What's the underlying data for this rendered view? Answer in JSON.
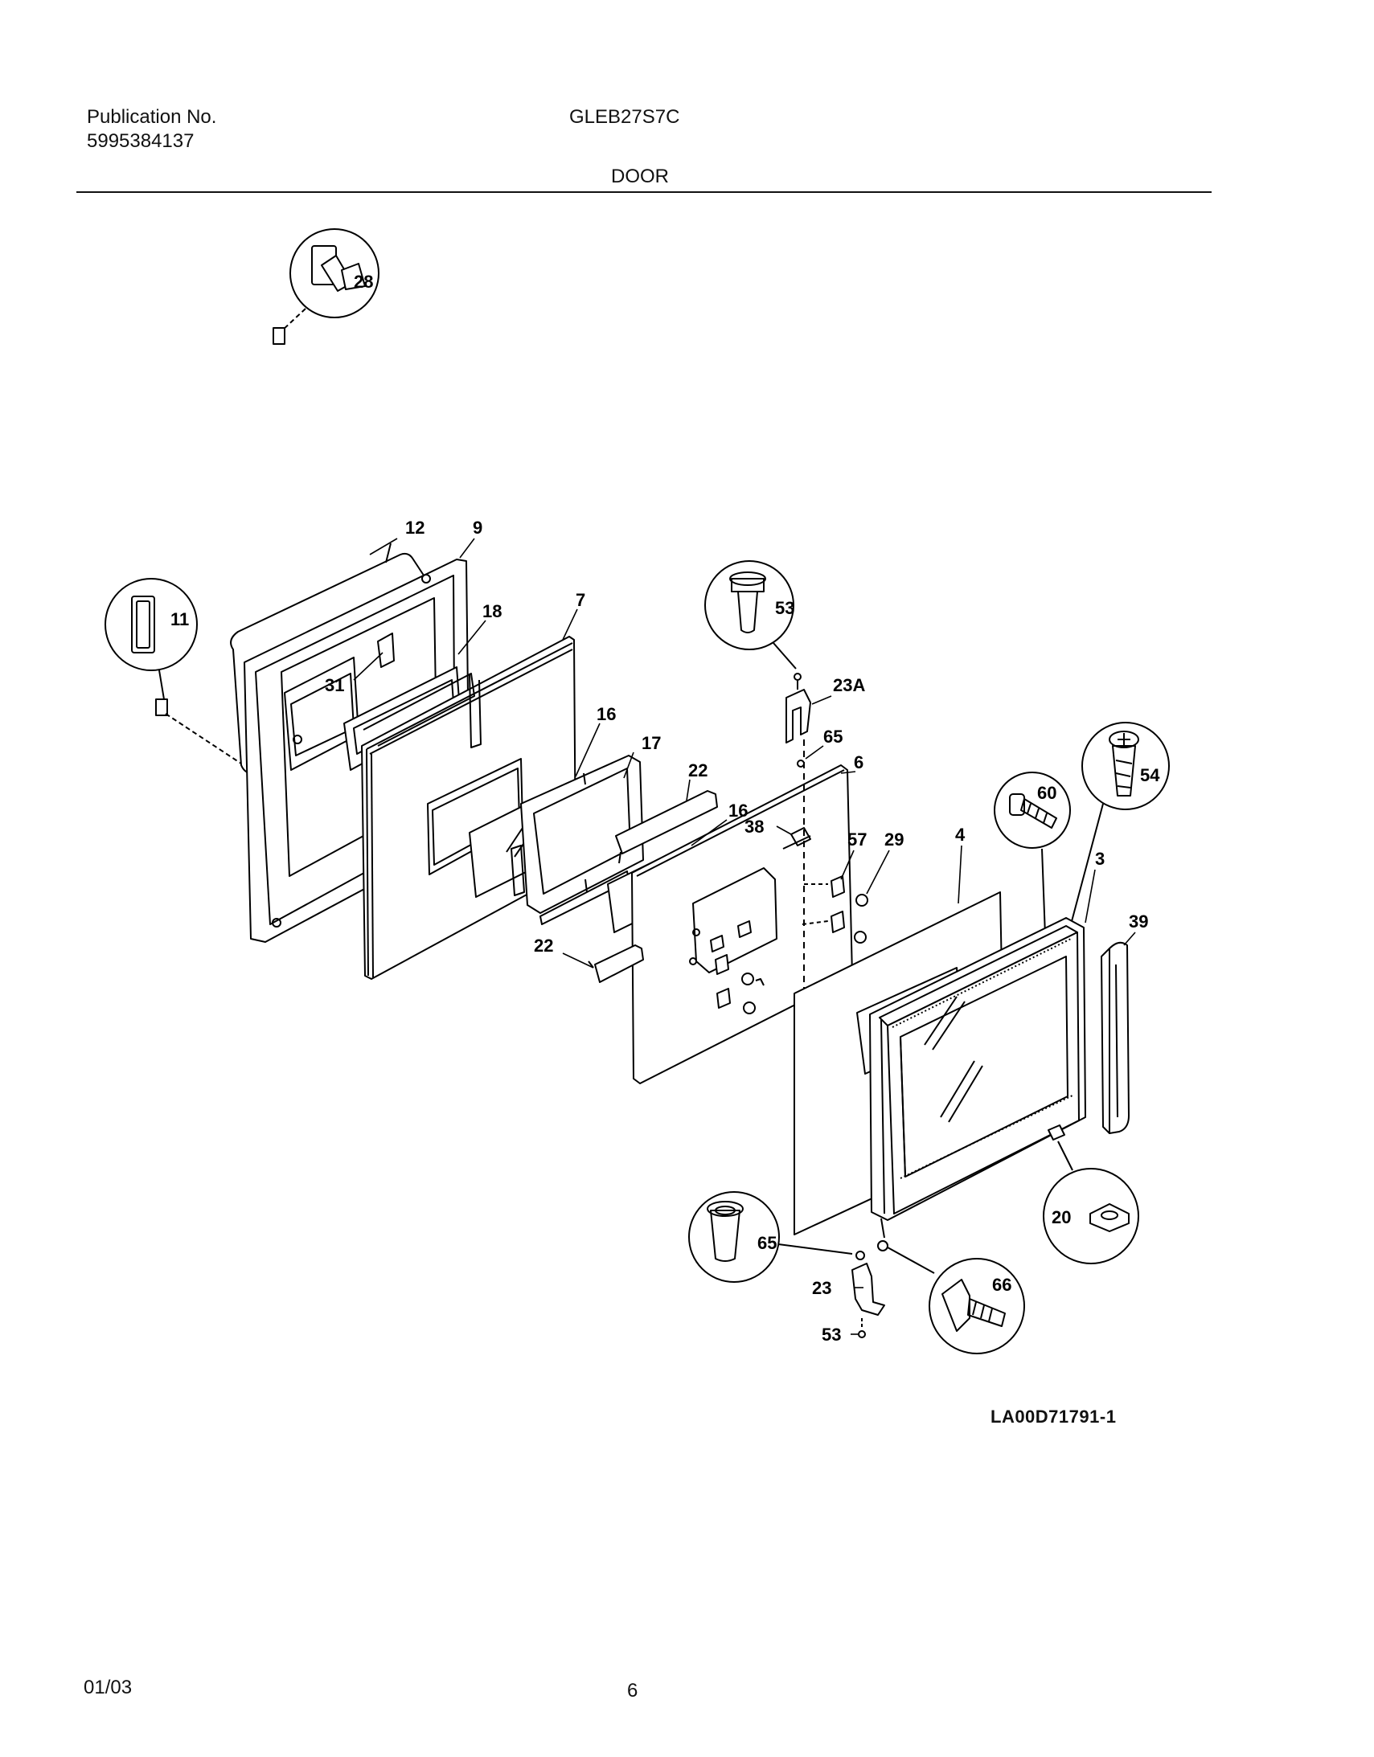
{
  "header": {
    "publication_label": "Publication No.",
    "publication_number": "5995384137",
    "model": "GLEB27S7C",
    "section": "DOOR"
  },
  "figure_code": "LA00D71791-1",
  "footer": {
    "date": "01/03",
    "page": "6"
  },
  "callouts": {
    "c28": "28",
    "c11": "11",
    "c12": "12",
    "c9": "9",
    "c18": "18",
    "c7": "7",
    "c31": "31",
    "c16a": "16",
    "c17": "17",
    "c22a": "22",
    "c16b": "16",
    "c53top": "53",
    "c23a": "23A",
    "c65a": "65",
    "c6": "6",
    "c38": "38",
    "c57": "57",
    "c29": "29",
    "c60": "60",
    "c54": "54",
    "c4": "4",
    "c3": "3",
    "c39": "39",
    "c22b": "22",
    "c20": "20",
    "c65b": "65",
    "c23": "23",
    "c53b": "53",
    "c66": "66"
  }
}
